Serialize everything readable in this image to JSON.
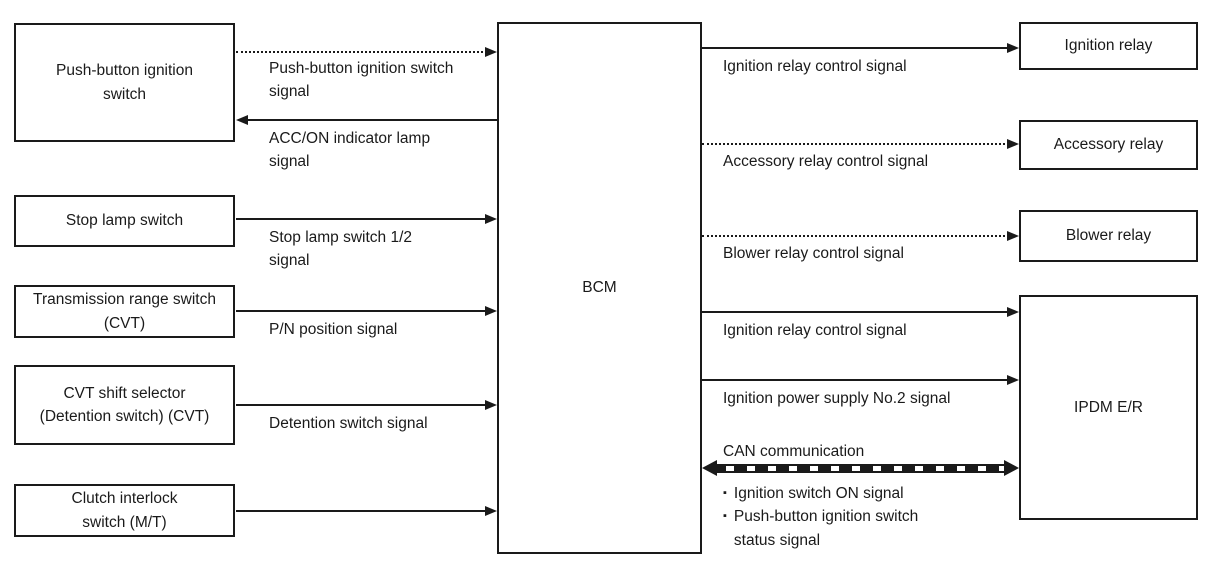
{
  "colors": {
    "ink": "#1a1a1a",
    "paper": "#ffffff"
  },
  "nodes": {
    "push_button": "Push-button ignition switch",
    "stop_lamp": "Stop lamp switch",
    "trans_range": "Transmission range switch (CVT)",
    "cvt_shift": "CVT shift selector (Detention switch) (CVT)",
    "clutch_interlock": "Clutch interlock switch (M/T)",
    "bcm": "BCM",
    "ignition_relay": "Ignition relay",
    "accessory_relay": "Accessory relay",
    "blower_relay": "Blower relay",
    "ipdm": "IPDM E/R"
  },
  "signal_labels": {
    "push_button_signal": "Push-button ignition switch signal",
    "acc_on_indicator": "ACC/ON indicator lamp signal",
    "stop_lamp_12": "Stop lamp switch 1/2 signal",
    "pn_position": "P/N position signal",
    "detention": "Detention switch signal",
    "ignition_relay_control": "Ignition relay control signal",
    "accessory_relay_control": "Accessory relay control signal",
    "blower_relay_control": "Blower relay control signal",
    "ignition_power_no2": "Ignition power supply No.2 signal",
    "can_communication": "CAN communication"
  },
  "can": {
    "bullet_char": "▪",
    "items": [
      "Ignition switch ON signal",
      "Push-button ignition switch status signal"
    ]
  },
  "edges": [
    {
      "from": "push_button",
      "to": "bcm",
      "label_key": "push_button_signal",
      "line_style": "dotted",
      "direction": "forward"
    },
    {
      "from": "bcm",
      "to": "push_button",
      "label_key": "acc_on_indicator",
      "line_style": "solid",
      "direction": "forward"
    },
    {
      "from": "stop_lamp",
      "to": "bcm",
      "label_key": "stop_lamp_12",
      "line_style": "solid",
      "direction": "forward"
    },
    {
      "from": "trans_range",
      "to": "bcm",
      "label_key": "pn_position",
      "line_style": "solid",
      "direction": "forward"
    },
    {
      "from": "cvt_shift",
      "to": "bcm",
      "label_key": "detention",
      "line_style": "solid",
      "direction": "forward"
    },
    {
      "from": "clutch_interlock",
      "to": "bcm",
      "label_key": null,
      "line_style": "solid",
      "direction": "forward"
    },
    {
      "from": "bcm",
      "to": "ignition_relay",
      "label_key": "ignition_relay_control",
      "line_style": "solid",
      "direction": "forward"
    },
    {
      "from": "bcm",
      "to": "accessory_relay",
      "label_key": "accessory_relay_control",
      "line_style": "dotted",
      "direction": "forward"
    },
    {
      "from": "bcm",
      "to": "blower_relay",
      "label_key": "blower_relay_control",
      "line_style": "dotted",
      "direction": "forward"
    },
    {
      "from": "bcm",
      "to": "ipdm",
      "label_key": "ignition_relay_control",
      "line_style": "solid",
      "direction": "forward"
    },
    {
      "from": "bcm",
      "to": "ipdm",
      "label_key": "ignition_power_no2",
      "line_style": "solid",
      "direction": "forward"
    },
    {
      "from": "bcm",
      "to": "ipdm",
      "label_key": "can_communication",
      "line_style": "thick-dashed",
      "direction": "both"
    }
  ]
}
